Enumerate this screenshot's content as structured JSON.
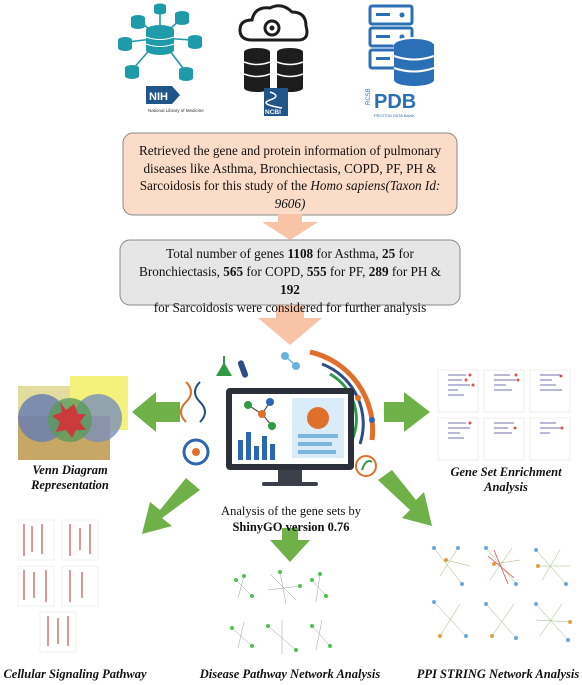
{
  "colors": {
    "box1_fill": "#fbdcc9",
    "box2_fill": "#e6e6e6",
    "down_arrow": "#f8c4a8",
    "green_arrow": "#6fb048",
    "icon_teal": "#1f9aa8",
    "icon_dark": "#1d1d1d",
    "icon_blue": "#2b6fb6"
  },
  "sources": {
    "nih_label": "NIH",
    "nih_sub": "National Library of Medicine",
    "ncbi_label": "NCBI",
    "pdb_label": "PDB",
    "pdb_side": "RCSB",
    "pdb_sub": "PROTEIN DATA BANK"
  },
  "box1": {
    "line1": "Retrieved the gene and protein information of pulmonary",
    "line2": "diseases like Asthma, Bronchiectasis, COPD, PF, PH &",
    "line3_a": "Sarcoidosis for this study of the ",
    "line3_b": "Homo sapiens(Taxon Id: 9606)"
  },
  "box2": {
    "t1": "Total number of genes ",
    "n1": "1108",
    "t2": " for Asthma, ",
    "n2": "25",
    "t3": " for",
    "t4": "Bronchiectasis, ",
    "n3": "565",
    "t5": " for COPD, ",
    "n4": "555",
    "t6": " for PF, ",
    "n5": "289",
    "t7": " for PH & ",
    "n6": "192",
    "t8": "for Sarcoidosis were considered for further analysis"
  },
  "center": {
    "analysis_line1": "Analysis of the gene sets by",
    "analysis_line2": "ShinyGO version 0.76"
  },
  "captions": {
    "venn_line1": "Venn Diagram",
    "venn_line2": "Representation",
    "gsea_line1": "Gene Set Enrichment",
    "gsea_line2": "Analysis",
    "cellular": "Cellular Signaling Pathway",
    "disease": "Disease Pathway Network Analysis",
    "ppi": "PPI STRING Network Analysis"
  }
}
